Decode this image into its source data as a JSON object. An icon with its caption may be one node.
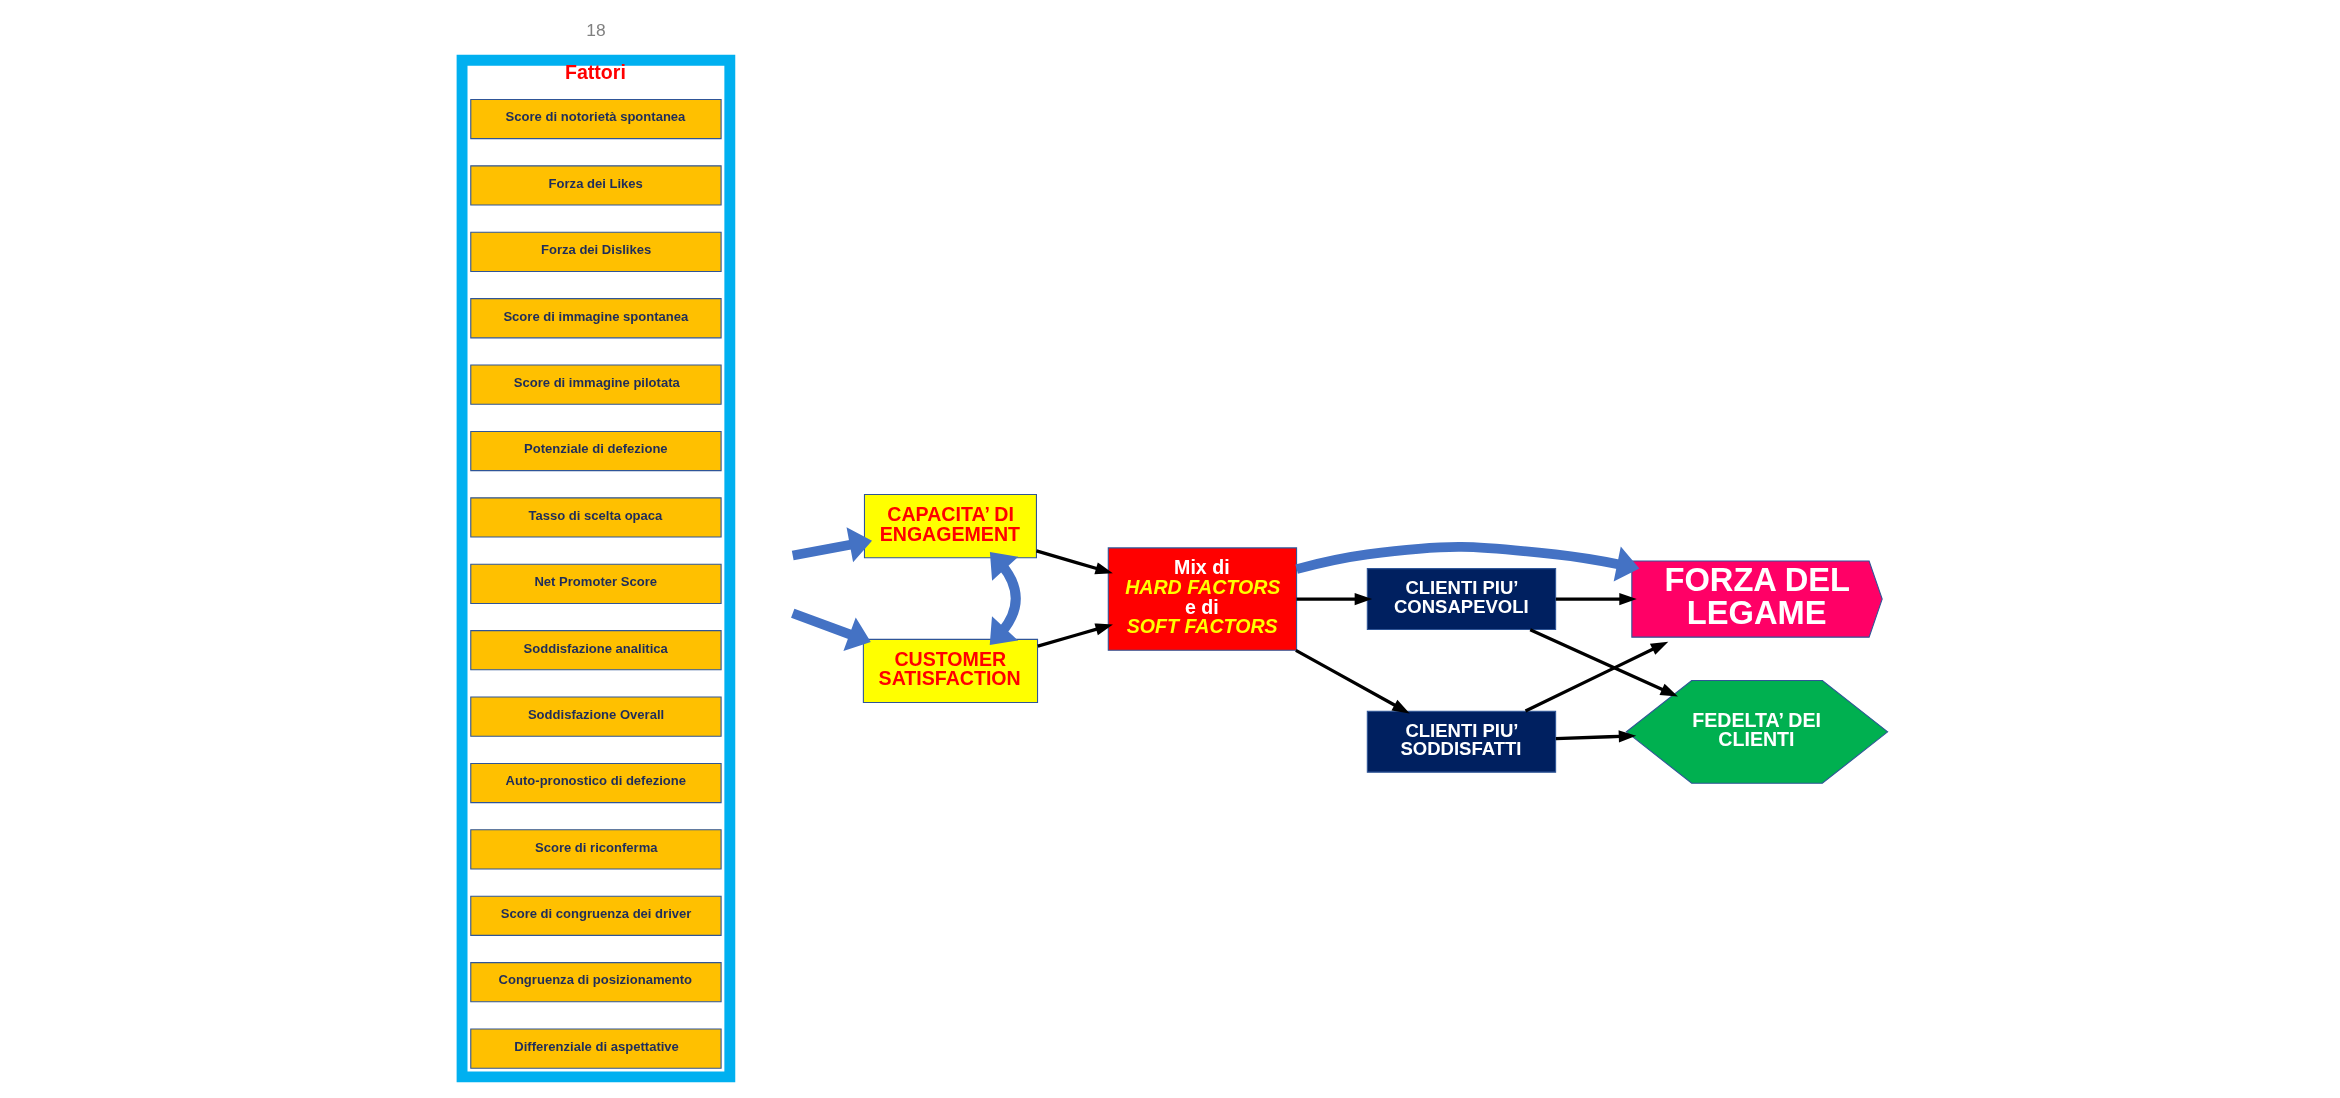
{
  "diagram": {
    "nodes": [
      {
        "text": [
          "Fattori"
        ]
      },
      {
        "text": [
          "Score di notorietà spontanea"
        ],
        "in": 0
      },
      {
        "text": [
          "Forza dei Likes"
        ],
        "in": 0
      },
      {
        "text": [
          "Forza dei Dislikes"
        ],
        "in": 0
      },
      {
        "text": [
          "Score di immagine spontanea"
        ],
        "in": 0
      },
      {
        "text": [
          "Score di immagine pilotata"
        ],
        "in": 0
      },
      {
        "text": [
          "Potenziale di defezione"
        ],
        "in": 0
      },
      {
        "text": [
          "Tasso di scelta opaca"
        ],
        "in": 0
      },
      {
        "text": [
          "Net Promoter Score"
        ],
        "in": 0
      },
      {
        "text": [
          "Soddisfazione analitica"
        ],
        "in": 0
      },
      {
        "text": [
          "Soddisfazione Overall"
        ],
        "in": 0
      },
      {
        "text": [
          "Auto-pronostico di defezione"
        ],
        "in": 0
      },
      {
        "text": [
          "Score di riconferma"
        ],
        "in": 0
      },
      {
        "text": [
          "Score di congruenza dei driver"
        ],
        "in": 0
      },
      {
        "text": [
          "Congruenza di posizionamento"
        ],
        "in": 0
      },
      {
        "text": [
          "Differenziale di aspettative"
        ],
        "in": 0
      },
      {
        "text": [
          "CAPACITA’ DI ENGAGEMENT"
        ]
      },
      {
        "text": [
          "CUSTOMER SATISFACTION"
        ]
      },
      {
        "text": [
          "Mix di *HARD FACTORS* e di *SOFT FACTORS*"
        ]
      },
      {
        "text": [
          "CLIENTI PIU’ CONSAPEVOLI"
        ]
      },
      {
        "text": [
          "FORZA DEL LEGAME"
        ]
      },
      {
        "text": [
          "CLIENTI PIU’ SODDISFATTI"
        ]
      },
      {
        "text": [
          "FEDELTA’ DEI CLIENTI"
        ]
      }
    ],
    "edges": [
      {
        "from": null,
        "to": 16,
        "arrow": "to",
        "style": "thick",
        "color": "#4472c4"
      },
      {
        "from": null,
        "to": 17,
        "arrow": "to",
        "style": "thick",
        "color": "#4472c4"
      },
      {
        "from": 16,
        "to": 17,
        "arrow": "both",
        "style": "thick",
        "color": "#4472c4"
      },
      {
        "from": 16,
        "to": 18,
        "arrow": "to"
      },
      {
        "from": 17,
        "to": 18,
        "arrow": "to"
      },
      {
        "from": 18,
        "to": 19,
        "arrow": "to"
      },
      {
        "from": 18,
        "to": 20,
        "arrow": "to",
        "style": "thick",
        "color": "#4472c4"
      },
      {
        "from": 18,
        "to": 21,
        "arrow": "to"
      },
      {
        "from": 19,
        "to": 20,
        "arrow": "to"
      },
      {
        "from": 21,
        "to": 20,
        "arrow": "to"
      },
      {
        "from": 19,
        "to": 22,
        "arrow": "to"
      },
      {
        "from": 21,
        "to": 22,
        "arrow": "to"
      }
    ],
    "labels": [
      "18"
    ]
  }
}
